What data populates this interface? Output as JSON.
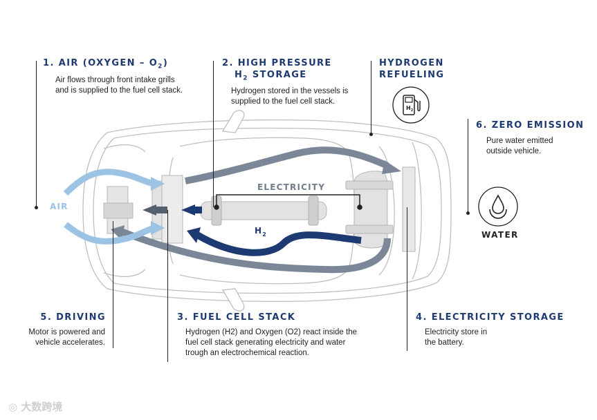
{
  "sections": {
    "air": {
      "number": "1.",
      "title_pre": "AIR (OXYGEN – O",
      "title_sub": "2",
      "title_post": ")",
      "desc_line1": "Air flows through front intake grills",
      "desc_line2": "and is supplied to the fuel cell stack."
    },
    "storage": {
      "title_line1": "2. HIGH PRESSURE",
      "title_line2_pre": "H",
      "title_line2_sub": "2",
      "title_line2_post": " STORAGE",
      "desc_line1": "Hydrogen stored in the vessels is",
      "desc_line2": "supplied to the fuel cell stack."
    },
    "refueling": {
      "title_line1": "HYDROGEN",
      "title_line2": "REFUELING"
    },
    "zero_emission": {
      "title": "6. ZERO EMISSION",
      "desc_line1": "Pure water emitted",
      "desc_line2": "outside vehicle."
    },
    "water": {
      "label": "WATER"
    },
    "driving": {
      "title": "5. DRIVING",
      "desc_line1": "Motor is powered and",
      "desc_line2": "vehicle accelerates."
    },
    "fuel_cell": {
      "title": "3. FUEL CELL STACK",
      "desc_line1": "Hydrogen (H2) and Oxygen (O2) react inside the",
      "desc_line2": "fuel cell stack generating electricity and water",
      "desc_line3": "trough an electrochemical reaction."
    },
    "electricity_storage": {
      "title": "4. ELECTRICITY STORAGE",
      "desc_line1": "Electricity store in",
      "desc_line2": "the battery."
    }
  },
  "diagram": {
    "air_label": "AIR",
    "electricity_label": "ELECTRICITY",
    "h2_label_main": "H",
    "h2_label_sub": "2",
    "pump_label_main": "H",
    "pump_label_sub": "2"
  },
  "watermark": "大数跨境",
  "colors": {
    "navy": "#1e3a72",
    "air_blue": "#9cc3e3",
    "electricity_gray": "#6f7d8c",
    "car_line": "#bdbdbd"
  },
  "icons": [
    "fuel-pump-icon",
    "water-drop-icon"
  ]
}
